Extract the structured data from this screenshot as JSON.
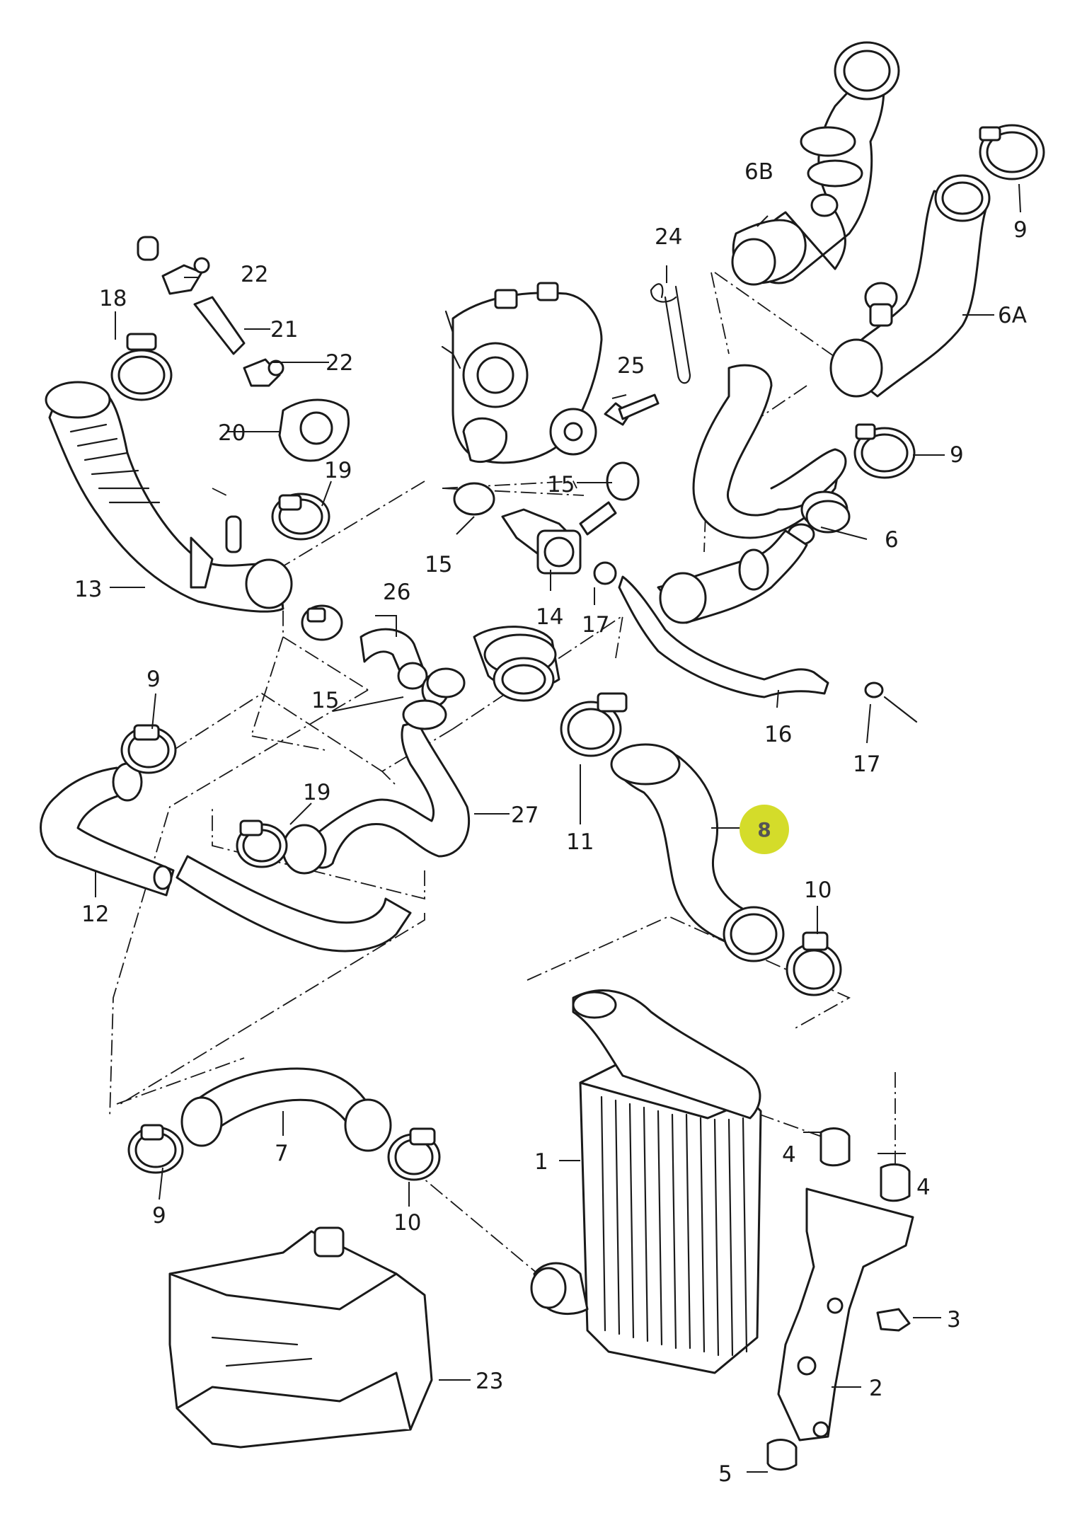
{
  "highlight": {
    "label": "8",
    "color": "#d4dc2a"
  },
  "callouts": {
    "c1": "1",
    "c2": "2",
    "c3": "3",
    "c4a": "4",
    "c4b": "4",
    "c5": "5",
    "c6": "6",
    "c6A": "6A",
    "c6B": "6B",
    "c7": "7",
    "c9a": "9",
    "c9b": "9",
    "c9c": "9",
    "c9d": "9",
    "c10a": "10",
    "c10b": "10",
    "c11": "11",
    "c12": "12",
    "c13": "13",
    "c14": "14",
    "c15a": "15",
    "c15b": "15",
    "c15c": "15",
    "c16": "16",
    "c17a": "17",
    "c17b": "17",
    "c18": "18",
    "c19a": "19",
    "c19b": "19",
    "c20": "20",
    "c21": "21",
    "c22a": "22",
    "c22b": "22",
    "c23": "23",
    "c24": "24",
    "c25": "25",
    "c26": "26",
    "c27": "27"
  }
}
